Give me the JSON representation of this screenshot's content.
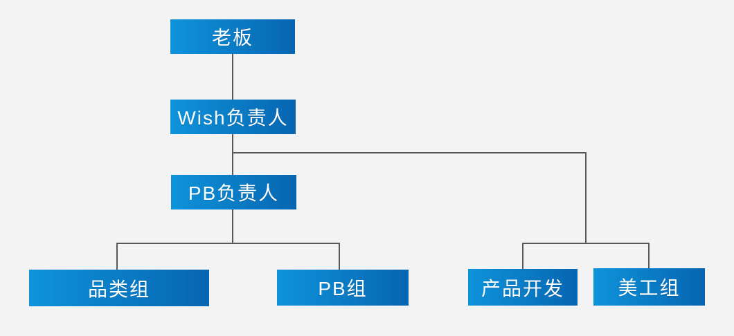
{
  "diagram": {
    "type": "org-chart",
    "colors": {
      "background": "#f3f3f4",
      "node_gradient_start": "#0e93da",
      "node_gradient_end": "#0765b1",
      "node_text": "#ffffff",
      "connector": "#58585a"
    },
    "nodes": [
      {
        "id": "boss",
        "label": "老板",
        "level": 1,
        "parent": null
      },
      {
        "id": "wish-lead",
        "label": "Wish负责人",
        "level": 2,
        "parent": "boss"
      },
      {
        "id": "pb-lead",
        "label": "PB负责人",
        "level": 3,
        "parent": "wish-lead"
      },
      {
        "id": "category-group",
        "label": "品类组",
        "level": 4,
        "parent": "pb-lead"
      },
      {
        "id": "pb-group",
        "label": "PB组",
        "level": 4,
        "parent": "pb-lead"
      },
      {
        "id": "product-dev",
        "label": "产品开发",
        "level": 4,
        "parent": "wish-lead"
      },
      {
        "id": "art-group",
        "label": "美工组",
        "level": 4,
        "parent": "wish-lead"
      }
    ]
  }
}
